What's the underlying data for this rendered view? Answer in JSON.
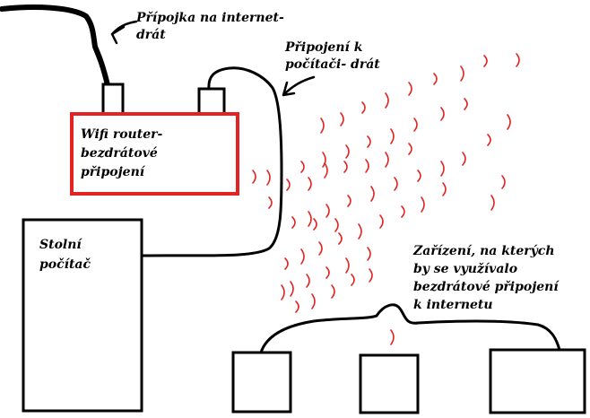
{
  "colors": {
    "ink": "#000000",
    "router_outline": "#e32222",
    "signal_waves": "#e32222",
    "background": "#ffffff"
  },
  "labels": {
    "internet_wire": [
      "Přípojka na internet-",
      "drát"
    ],
    "computer_wire": [
      "Připojení k",
      "počítači- drát"
    ],
    "router": [
      "Wifi router-",
      "bezdrátové",
      "připojení"
    ],
    "desktop": [
      "Stolní",
      "počítač"
    ],
    "devices": [
      "Zařízení, na kterých",
      "by se využívalo",
      "bezdrátové připojení",
      "k internetu"
    ]
  },
  "icons": [
    "arrow-icon",
    "wifi-signal-waves-icon"
  ]
}
